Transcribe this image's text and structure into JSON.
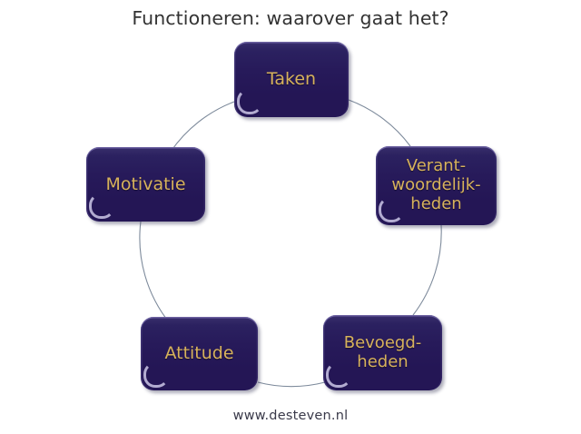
{
  "title": "Functioneren: waarover gaat het?",
  "footer": {
    "url": "www.desteven.nl"
  },
  "colors": {
    "background": "#ffffff",
    "node_fill": "#241655",
    "node_fill_top": "#3b2f72",
    "node_text": "#d7b25c",
    "title_text": "#333333",
    "footer_text": "#3a3a4a",
    "connector_line": "#7d8a9b"
  },
  "diagram": {
    "type": "cycle",
    "node_count": 5,
    "nodes": [
      {
        "id": "taken",
        "label": "Taken",
        "position": "top"
      },
      {
        "id": "verant",
        "label": "Verant-\nwoordelijk-\nheden",
        "position": "right"
      },
      {
        "id": "bevoegd",
        "label": "Bevoegd-\nheden",
        "position": "bottom-right"
      },
      {
        "id": "attitude",
        "label": "Attitude",
        "position": "bottom-left"
      },
      {
        "id": "motivatie",
        "label": "Motivatie",
        "position": "left"
      }
    ]
  }
}
